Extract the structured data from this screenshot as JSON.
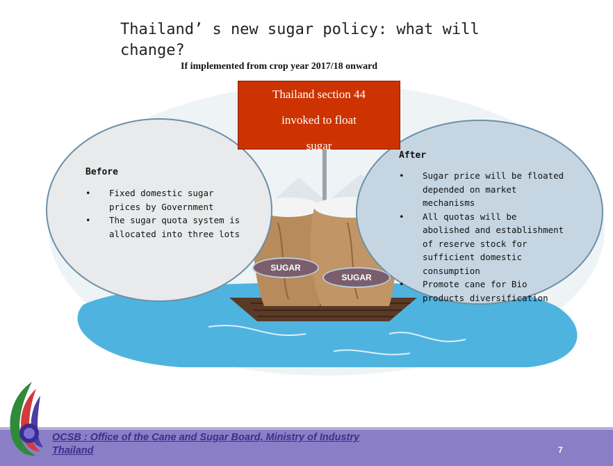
{
  "slide": {
    "title": "Thailand’ s new sugar policy: what will change?",
    "subtitle": "If implemented from crop year 2017/18 onward",
    "callout": {
      "line1": "Thailand section 44",
      "line2": "invoked to float",
      "line3": "sugar"
    },
    "before": {
      "heading": "Before",
      "items": [
        "Fixed domestic sugar prices by Government",
        "The sugar quota system is allocated into three lots"
      ]
    },
    "after": {
      "heading": "After",
      "items": [
        "Sugar price will be floated depended on market mechanisms",
        "All quotas will be abolished and establishment of reserve stock for sufficient domestic consumption",
        "Promote cane for Bio products diversification"
      ]
    },
    "bag_labels": [
      "SUGAR",
      "SUGAR"
    ],
    "page_number": "7"
  },
  "footer": {
    "line1": "OCSB : Office of the Cane and Sugar Board, Ministry of Industry",
    "line2": "Thailand"
  },
  "colors": {
    "callout_bg": "#cc3300",
    "footer_band": "#8a7fc6",
    "footer_text": "#3b2f8c",
    "water": "#4fb3e0"
  }
}
